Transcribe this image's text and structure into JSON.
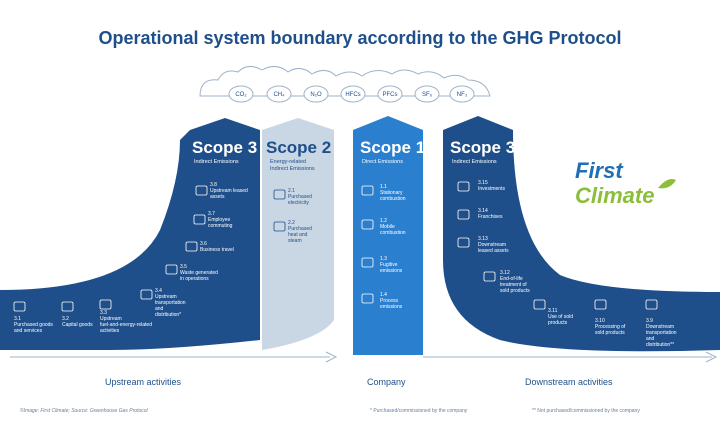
{
  "title": "Operational system boundary according to the GHG Protocol",
  "gases": [
    "CO₂",
    "CH₄",
    "N₂O",
    "HFCs",
    "PFCs",
    "SF₆",
    "NF₃"
  ],
  "scope3_up": {
    "title": "Scope 3",
    "subtitle": "Indirect Emissions",
    "items": [
      {
        "code": "3.8",
        "label": "Upstream leased assets",
        "icon": "building-icon"
      },
      {
        "code": "3.7",
        "label": "Employee commuting",
        "icon": "car-icon"
      },
      {
        "code": "3.6",
        "label": "Business travel",
        "icon": "plane-icon"
      },
      {
        "code": "3.5",
        "label": "Waste generated in operations",
        "icon": "trash-icon"
      },
      {
        "code": "3.4",
        "label": "Upstream transportation and distribution*",
        "icon": "truck-icon"
      },
      {
        "code": "3.3",
        "label": "Upstream fuel-and-energy-related activities",
        "icon": "fuel-icon"
      },
      {
        "code": "3.2",
        "label": "Capital goods",
        "icon": "factory-icon"
      },
      {
        "code": "3.1",
        "label": "Purchased goods and services",
        "icon": "cart-icon"
      }
    ]
  },
  "scope2": {
    "title": "Scope 2",
    "subtitle": "Energy-related Indirect Emissions",
    "items": [
      {
        "code": "2.1",
        "label": "Purchased electricity",
        "icon": "lightning-icon"
      },
      {
        "code": "2.2",
        "label": "Purchased heat and steam",
        "icon": "radiator-icon"
      }
    ]
  },
  "scope1": {
    "title": "Scope 1",
    "subtitle": "Direct Emissions",
    "items": [
      {
        "code": "1.1",
        "label": "Stationary combustion",
        "icon": "flame-icon"
      },
      {
        "code": "1.2",
        "label": "Mobile combustion",
        "icon": "car-icon"
      },
      {
        "code": "1.3",
        "label": "Fugitive emissions",
        "icon": "wind-icon"
      },
      {
        "code": "1.4",
        "label": "Process emissions",
        "icon": "gear-icon"
      }
    ]
  },
  "scope3_down": {
    "title": "Scope 3",
    "subtitle": "Indirect Emissions",
    "items": [
      {
        "code": "3.15",
        "label": "Investments",
        "icon": "money-icon"
      },
      {
        "code": "3.14",
        "label": "Franchises",
        "icon": "store-icon"
      },
      {
        "code": "3.13",
        "label": "Downstream leased assets",
        "icon": "building-icon"
      },
      {
        "code": "3.12",
        "label": "End-of-life treatment of sold products",
        "icon": "recycle-icon"
      },
      {
        "code": "3.11",
        "label": "Use of sold products",
        "icon": "plug-icon"
      },
      {
        "code": "3.10",
        "label": "Processing of sold products",
        "icon": "factory-icon"
      },
      {
        "code": "3.9",
        "label": "Downstream transportation and distribution**",
        "icon": "truck-icon"
      }
    ]
  },
  "bottom": {
    "upstream": "Upstream activities",
    "company": "Company",
    "downstream": "Downstream activities"
  },
  "footer": {
    "credit": "©Image: First Climate; Source: Greenhouse Gas Protocol",
    "note1": "* Purchased/commissioned by the company",
    "note2": "** Not purchased/commissioned by the company"
  },
  "logo": {
    "line1": "First",
    "line2": "Climate"
  },
  "colors": {
    "dark_blue": "#1f4f8a",
    "scope2_grey": "#c9d6e3",
    "scope1_blue": "#2a7fcf",
    "logo_blue": "#1f6fb5",
    "logo_green": "#8bbf3a"
  }
}
